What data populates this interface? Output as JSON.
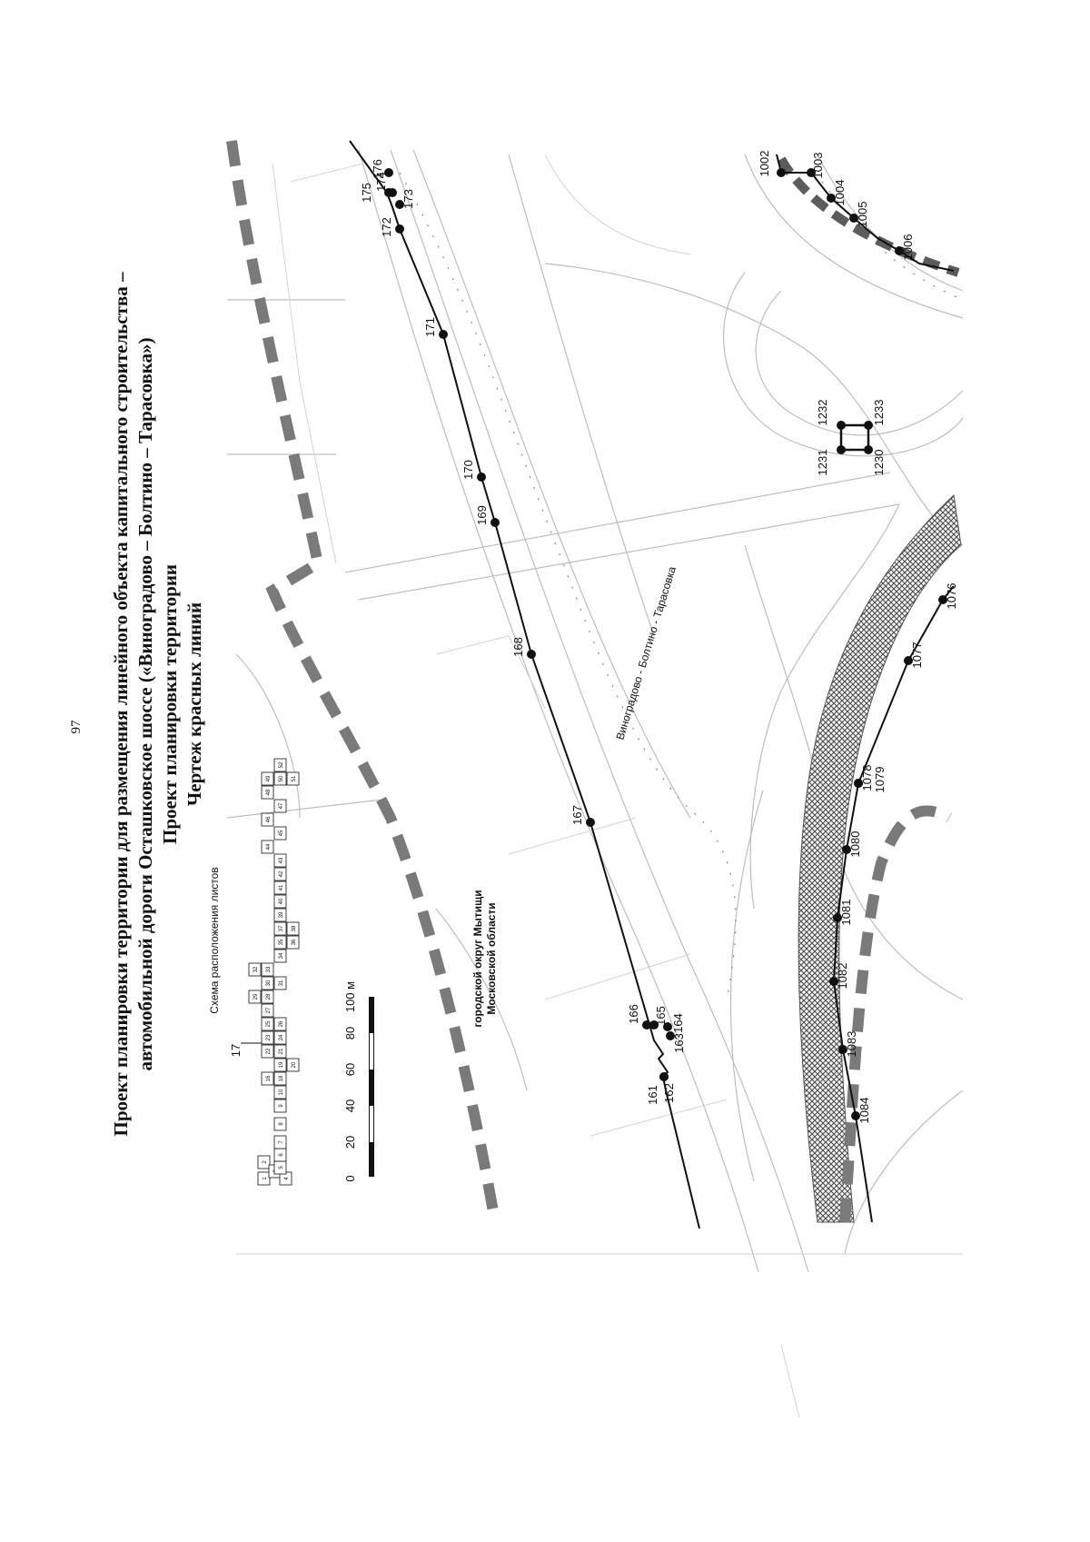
{
  "page_number": "97",
  "header": {
    "line1": "Проект планировки территории для размещения линейного объекта капитального строительства –",
    "line2": "автомобильной дороги Осташковское шоссе («Виноградово – Болтино – Тарасовка»)",
    "line3": "Проект планировки территории",
    "line4": "Чертеж красных линий"
  },
  "scheme": {
    "title": "Схема расположения листов",
    "current_sheet": "17",
    "sheet_numbers": [
      "1",
      "2",
      "3",
      "4",
      "5",
      "6",
      "7",
      "8",
      "9",
      "10",
      "16",
      "18",
      "19",
      "20",
      "21",
      "22",
      "23",
      "24",
      "25",
      "26",
      "27",
      "28",
      "29",
      "30",
      "31",
      "32",
      "33",
      "34",
      "35",
      "36",
      "37",
      "38",
      "39",
      "40",
      "41",
      "42",
      "43",
      "44",
      "45",
      "46",
      "47",
      "48",
      "49",
      "50",
      "51",
      "52"
    ]
  },
  "scale_bar": {
    "ticks": [
      "0",
      "20",
      "40",
      "60",
      "80",
      "100 м"
    ]
  },
  "labels": {
    "district_line1": "городской округ Мытищи",
    "district_line2": "Московской области",
    "road_name": "Виноградово - Болтино - Тарасовка"
  },
  "points": {
    "line_a": [
      "161",
      "162",
      "163",
      "164",
      "165",
      "166",
      "167",
      "168",
      "169",
      "170",
      "171",
      "172",
      "173",
      "174",
      "175",
      "176"
    ],
    "line_b": [
      "1002",
      "1003",
      "1004",
      "1005",
      "1006"
    ],
    "box": [
      "1230",
      "1231",
      "1232",
      "1233"
    ],
    "line_c": [
      "1076",
      "1077",
      "1078",
      "1079",
      "1080",
      "1081",
      "1082",
      "1083",
      "1084"
    ]
  },
  "colors": {
    "red_line": "#111111",
    "boundary": "#7a7a7a",
    "map_linework": "#b8b8b8",
    "hatch": "#5c5c5c"
  }
}
